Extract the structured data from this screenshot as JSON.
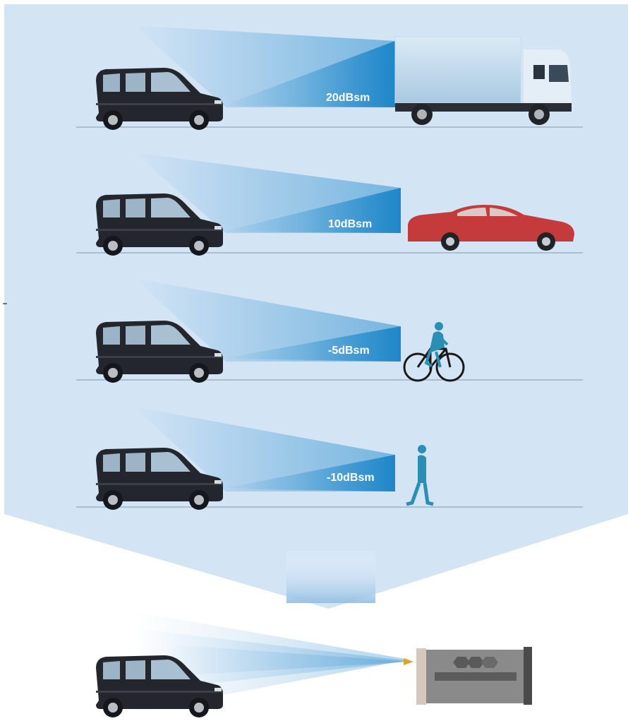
{
  "scenarios": [
    {
      "label": "20dBsm",
      "target": "truck-icon"
    },
    {
      "label": "10dBsm",
      "target": "sedan-icon"
    },
    {
      "label": "-5dBsm",
      "target": "cyclist-icon"
    },
    {
      "label": "-10dBsm",
      "target": "pedestrian-icon"
    }
  ],
  "colors": {
    "panel": "#d3e4f5",
    "beam": "#2a8fce",
    "ground": "#9fb2c6",
    "van_body": "#23272d",
    "sedan": "#c53a3a",
    "figure": "#2a8fb2",
    "device": "#8a8a8a",
    "arrow": "#e0a12a"
  }
}
